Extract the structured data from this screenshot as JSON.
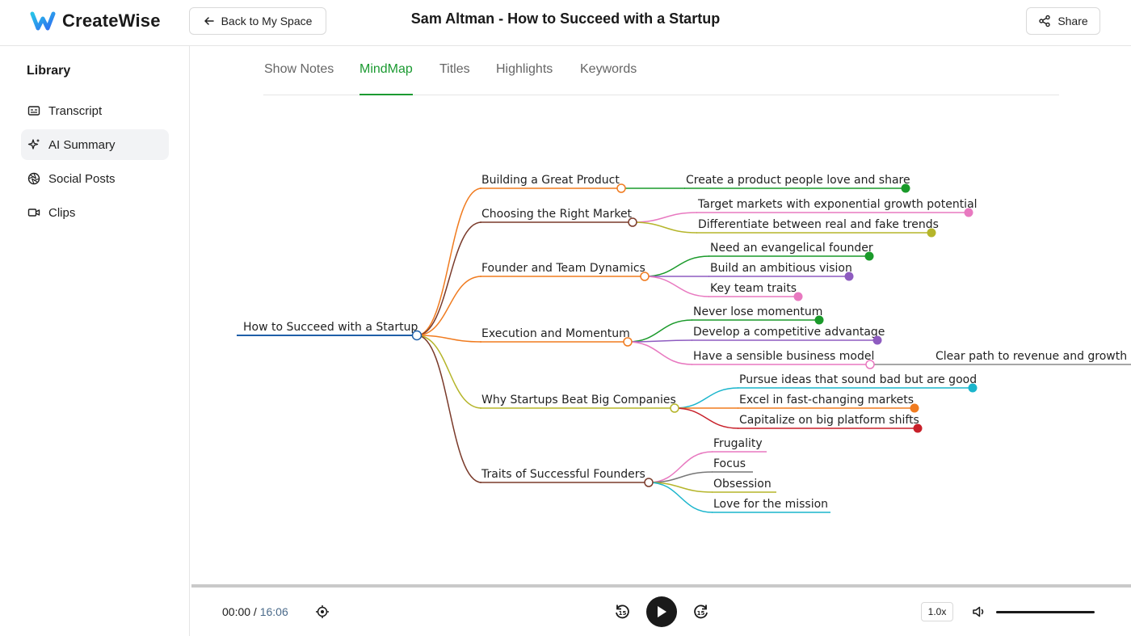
{
  "header": {
    "app_name": "CreateWise",
    "back_label": "Back to My Space",
    "title": "Sam Altman - How to Succeed with a Startup",
    "share_label": "Share"
  },
  "sidebar": {
    "title": "Library",
    "items": [
      {
        "label": "Transcript",
        "icon": "transcript-icon",
        "active": false
      },
      {
        "label": "AI Summary",
        "icon": "sparkle-icon",
        "active": true
      },
      {
        "label": "Social Posts",
        "icon": "aperture-icon",
        "active": false
      },
      {
        "label": "Clips",
        "icon": "video-icon",
        "active": false
      }
    ]
  },
  "tabs": [
    {
      "label": "Show Notes",
      "active": false
    },
    {
      "label": "MindMap",
      "active": true
    },
    {
      "label": "Titles",
      "active": false
    },
    {
      "label": "Highlights",
      "active": false
    },
    {
      "label": "Keywords",
      "active": false
    }
  ],
  "mindmap": {
    "root": "How to Succeed with a Startup",
    "branches": [
      {
        "label": "Building a Great Product",
        "color": "#f07b1f",
        "children": [
          {
            "label": "Create a product people love and share",
            "color": "#1a9a2a"
          }
        ]
      },
      {
        "label": "Choosing the Right Market",
        "color": "#7a3a2a",
        "children": [
          {
            "label": "Target markets with exponential growth potential",
            "color": "#e879c0"
          },
          {
            "label": "Differentiate between real and fake trends",
            "color": "#b5b52a"
          }
        ]
      },
      {
        "label": "Founder and Team Dynamics",
        "color": "#f07b1f",
        "children": [
          {
            "label": "Need an evangelical founder",
            "color": "#1a9a2a"
          },
          {
            "label": "Build an ambitious vision",
            "color": "#8e5cc0"
          },
          {
            "label": "Key team traits",
            "color": "#e879c0"
          }
        ]
      },
      {
        "label": "Execution and Momentum",
        "color": "#f07b1f",
        "children": [
          {
            "label": "Never lose momentum",
            "color": "#1a9a2a"
          },
          {
            "label": "Develop a competitive advantage",
            "color": "#8e5cc0"
          },
          {
            "label": "Have a sensible business model",
            "color": "#e879c0",
            "children": [
              {
                "label": "Clear path to revenue and growth",
                "color": "#888888"
              }
            ]
          }
        ]
      },
      {
        "label": "Why Startups Beat Big Companies",
        "color": "#b5b52a",
        "children": [
          {
            "label": "Pursue ideas that sound bad but are good",
            "color": "#1ab5cc"
          },
          {
            "label": "Excel in fast-changing markets",
            "color": "#f07b1f"
          },
          {
            "label": "Capitalize on big platform shifts",
            "color": "#c8202a"
          }
        ]
      },
      {
        "label": "Traits of Successful Founders",
        "color": "#7a3a2a",
        "children": [
          {
            "label": "Frugality",
            "color": "#e879c0"
          },
          {
            "label": "Focus",
            "color": "#777777"
          },
          {
            "label": "Obsession",
            "color": "#b5b52a"
          },
          {
            "label": "Love for the mission",
            "color": "#1ab5cc"
          }
        ]
      }
    ]
  },
  "player": {
    "current_time": "00:00",
    "separator": " / ",
    "total_time": "16:06",
    "speed": "1.0x",
    "progress": 0,
    "volume": 1.0
  }
}
